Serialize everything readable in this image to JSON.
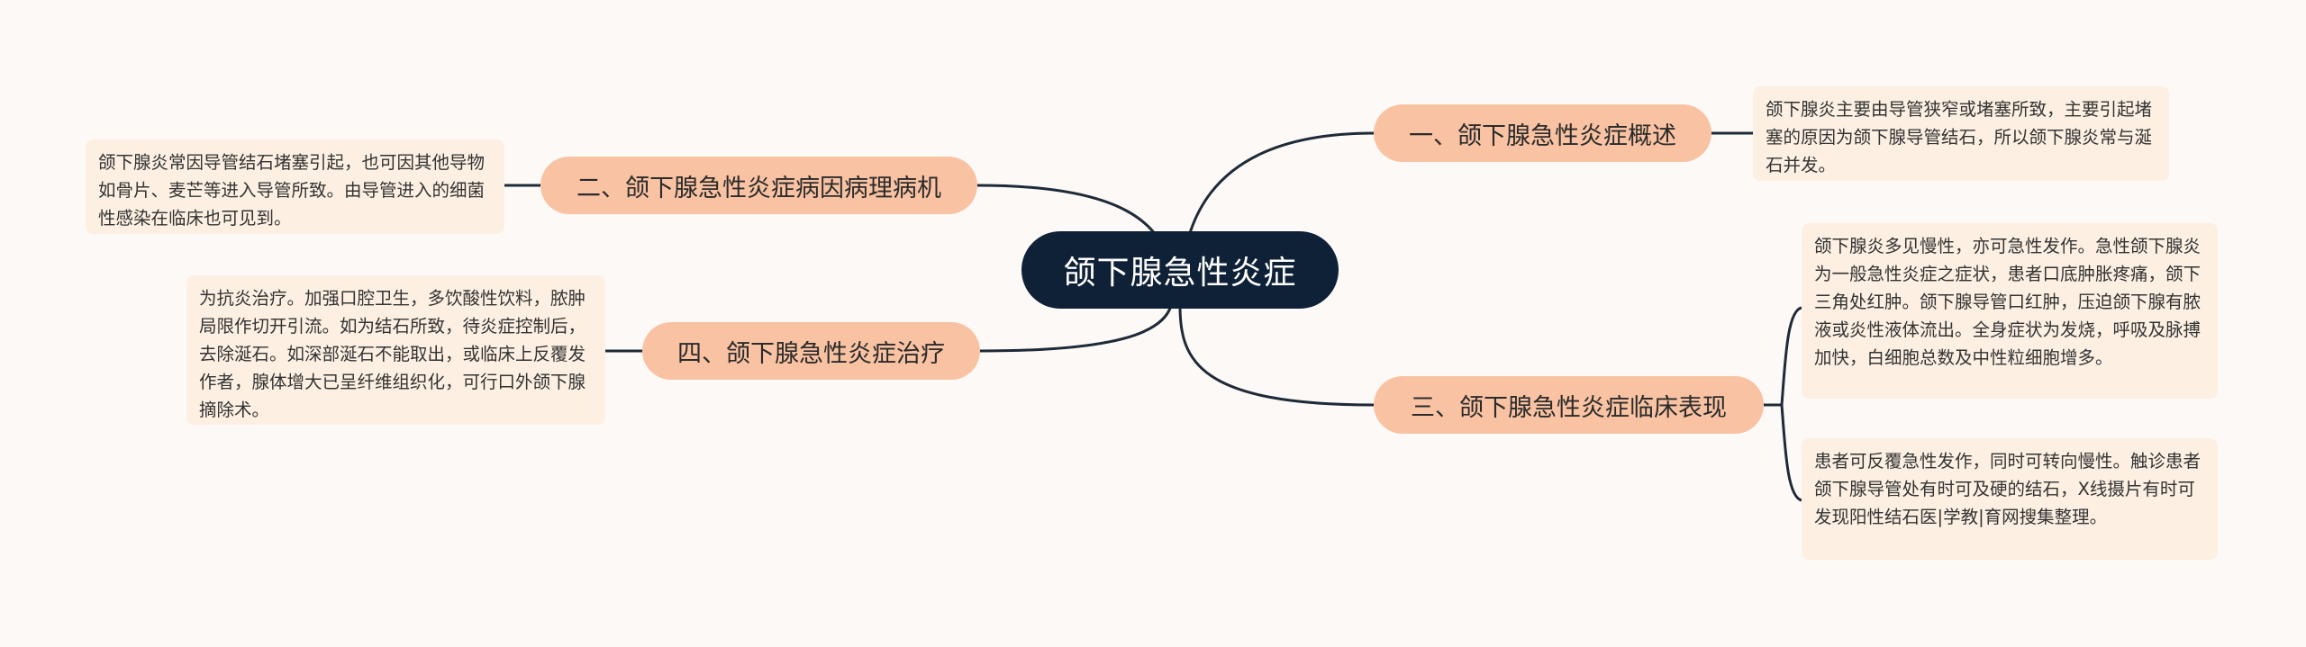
{
  "colors": {
    "background": "#fdf9f6",
    "root_fill": "#0f2137",
    "branch_fill": "#f9c3a3",
    "leaf_fill": "#fdf0e3",
    "line": "#1e2a38"
  },
  "root": {
    "label": "颌下腺急性炎症"
  },
  "branches": {
    "b1": {
      "label": "一、颌下腺急性炎症概述"
    },
    "b2": {
      "label": "二、颌下腺急性炎症病因病理病机"
    },
    "b3": {
      "label": "三、颌下腺急性炎症临床表现"
    },
    "b4": {
      "label": "四、颌下腺急性炎症治疗"
    }
  },
  "leaves": {
    "l1": {
      "text": "颌下腺炎主要由导管狭窄或堵塞所致，主要引起堵塞的原因为颌下腺导管结石，所以颌下腺炎常与涎石并发。"
    },
    "l2": {
      "text": "颌下腺炎常因导管结石堵塞引起，也可因其他导物如骨片、麦芒等进入导管所致。由导管进入的细菌性感染在临床也可见到。"
    },
    "l3a": {
      "text": "颌下腺炎多见慢性，亦可急性发作。急性颌下腺炎为一般急性炎症之症状，患者口底肿胀疼痛，颌下三角处红肿。颌下腺导管口红肿，压迫颌下腺有脓液或炎性液体流出。全身症状为发烧，呼吸及脉搏加快，白细胞总数及中性粒细胞增多。"
    },
    "l3b": {
      "text": "患者可反覆急性发作，同时可转向慢性。触诊患者颌下腺导管处有时可及硬的结石，X线摄片有时可发现阳性结石医|学教|育网搜集整理。"
    },
    "l4": {
      "text": "为抗炎治疗。加强口腔卫生，多饮酸性饮料，脓肿局限作切开引流。如为结石所致，待炎症控制后，去除涎石。如深部涎石不能取出，或临床上反覆发作者，腺体增大已呈纤维组织化，可行口外颌下腺摘除术。"
    }
  }
}
